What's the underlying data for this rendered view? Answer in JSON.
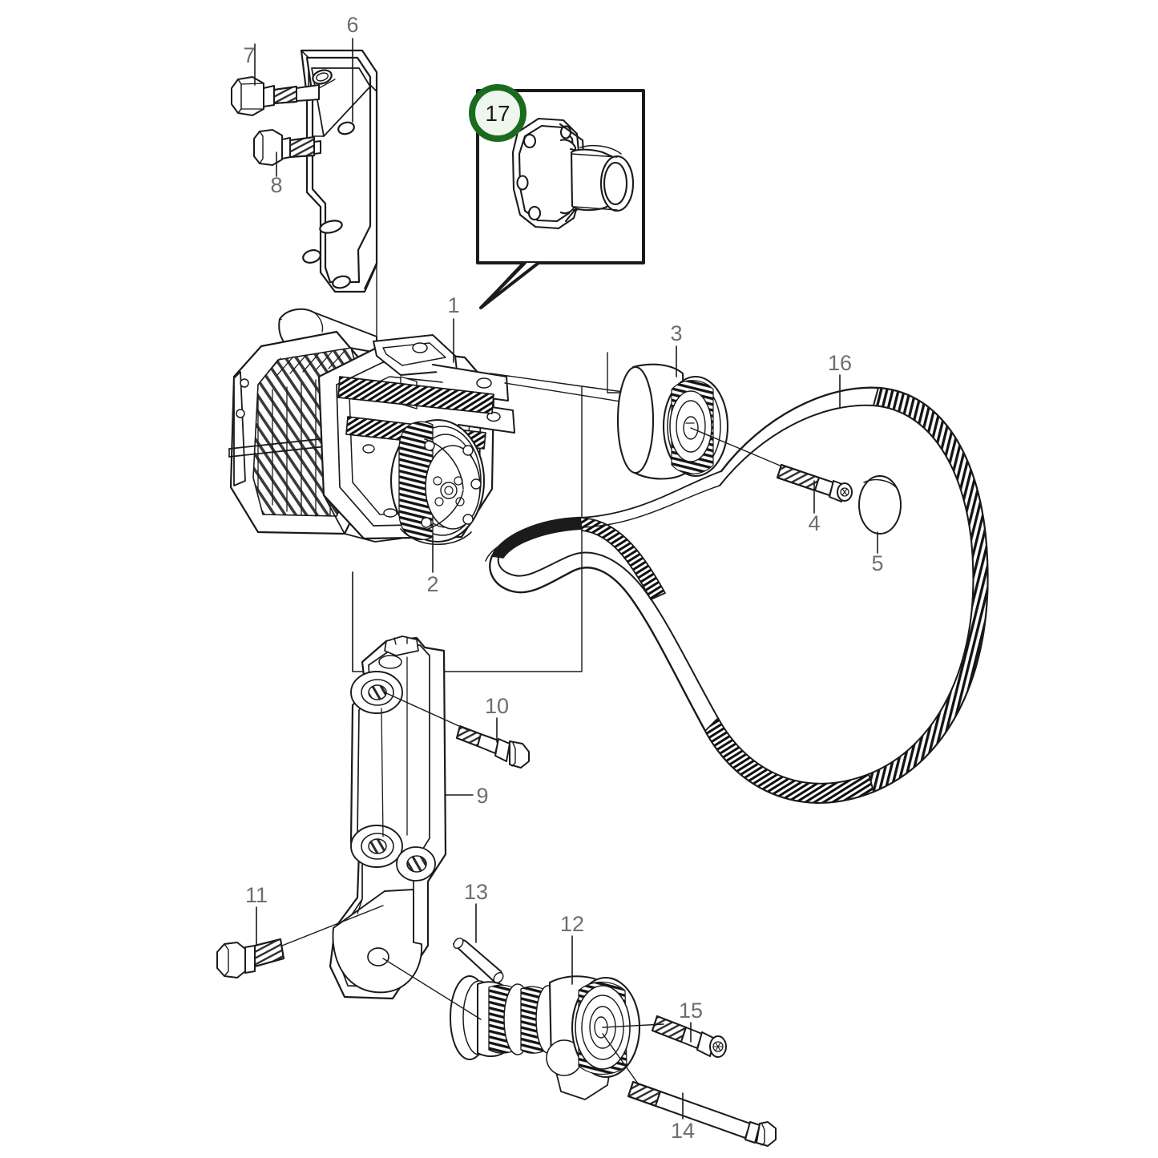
{
  "diagram": {
    "type": "exploded-parts-diagram",
    "title_visible": false,
    "background_color": "#ffffff",
    "line_color": "#1b1b1b",
    "label_color": "#6e6e6e",
    "highlight_ring_color": "#1b6b1f",
    "highlight_fill_color": "#eef6ee"
  },
  "callout_box": {
    "label": "17",
    "part_name": "pulley-hub-flange",
    "border_color": "#1b1b1b"
  },
  "labels": [
    {
      "id": "1",
      "text": "1",
      "part": "compressor-mount-flange"
    },
    {
      "id": "2",
      "text": "2",
      "part": "air-conditioning-compressor"
    },
    {
      "id": "3",
      "text": "3",
      "part": "idler-pulley"
    },
    {
      "id": "4",
      "text": "4",
      "part": "idler-pulley-bolt"
    },
    {
      "id": "5",
      "text": "5",
      "part": "cover-cap"
    },
    {
      "id": "6",
      "text": "6",
      "part": "upper-support-bracket"
    },
    {
      "id": "7",
      "text": "7",
      "part": "hex-flange-bolt-long"
    },
    {
      "id": "8",
      "text": "8",
      "part": "hex-flange-bolt-short"
    },
    {
      "id": "9",
      "text": "9",
      "part": "lower-support-bracket"
    },
    {
      "id": "10",
      "text": "10",
      "part": "bracket-bolt"
    },
    {
      "id": "11",
      "text": "11",
      "part": "bracket-bolt-lower"
    },
    {
      "id": "12",
      "text": "12",
      "part": "belt-tensioner-assembly"
    },
    {
      "id": "13",
      "text": "13",
      "part": "dowel-pin"
    },
    {
      "id": "14",
      "text": "14",
      "part": "tensioner-long-bolt"
    },
    {
      "id": "15",
      "text": "15",
      "part": "tensioner-torx-bolt"
    },
    {
      "id": "16",
      "text": "16",
      "part": "serpentine-drive-belt"
    },
    {
      "id": "17",
      "text": "17",
      "part": "pulley-hub-flange-detail"
    }
  ]
}
